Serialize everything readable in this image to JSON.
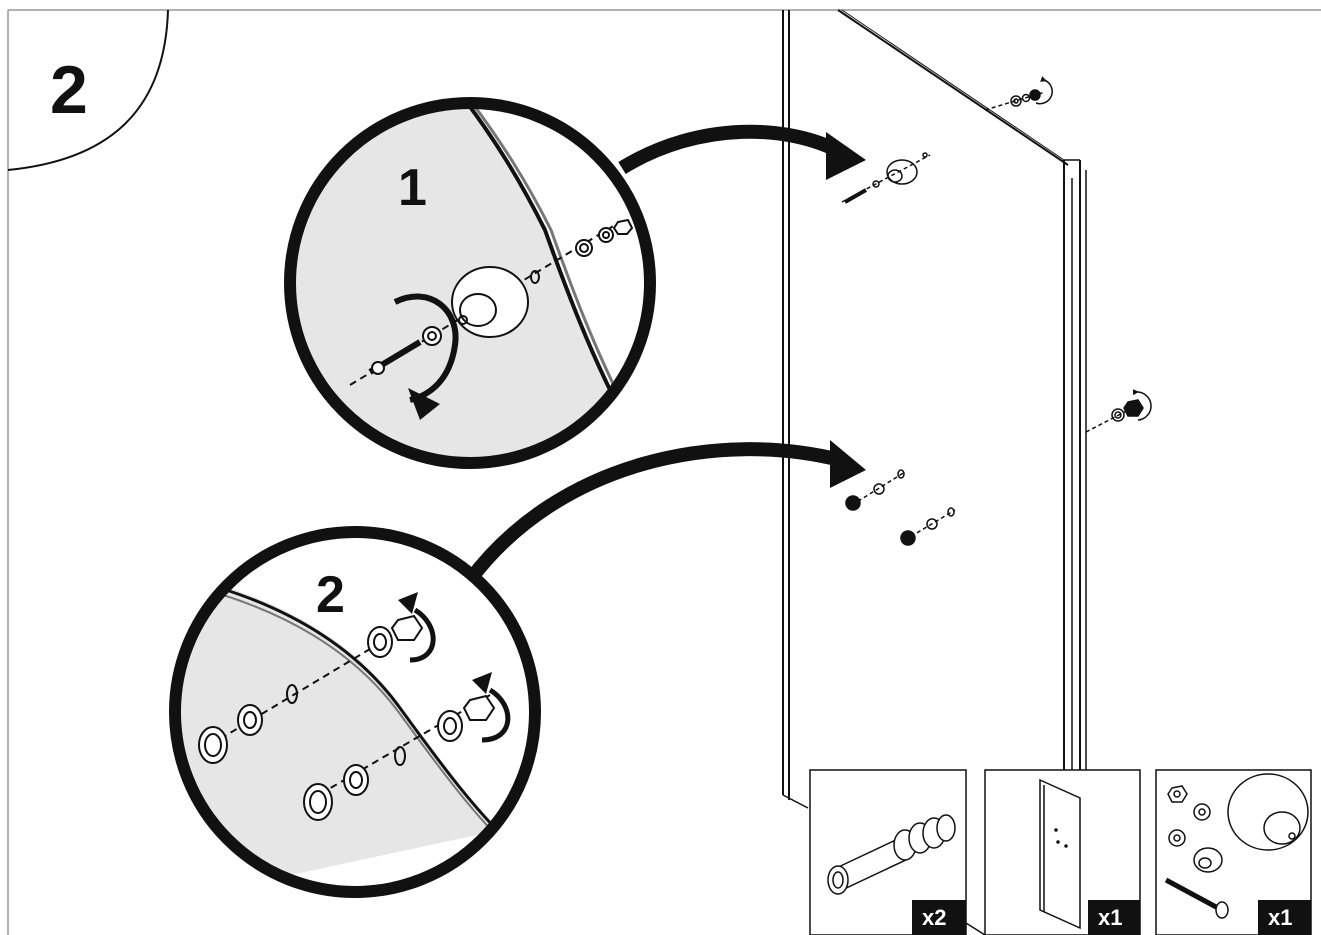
{
  "step": {
    "number": "2"
  },
  "callouts": [
    {
      "number": "1"
    },
    {
      "number": "2"
    }
  ],
  "parts": [
    {
      "quantity": "x2",
      "icon": "bushing-fitting-icon"
    },
    {
      "quantity": "x1",
      "icon": "glass-panel-icon"
    },
    {
      "quantity": "x1",
      "icon": "knob-screw-hardware-icon"
    }
  ],
  "colors": {
    "line": "#111111",
    "shade": "#e6e6e6",
    "label_bg": "#111111"
  }
}
